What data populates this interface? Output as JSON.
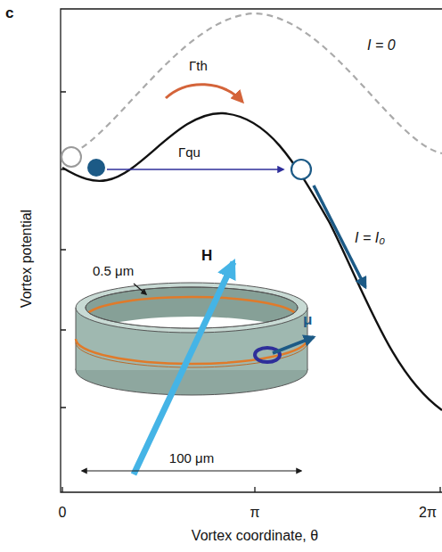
{
  "diagram": {
    "labels": [
      "c",
      "I = 0",
      "Γth",
      "Γqu",
      "I = I₀",
      "0.5 μm",
      "H",
      "μ",
      "100 μm",
      "Vortex potential",
      "0",
      "π",
      "2π",
      "Vortex coordinate, θ"
    ]
  }
}
